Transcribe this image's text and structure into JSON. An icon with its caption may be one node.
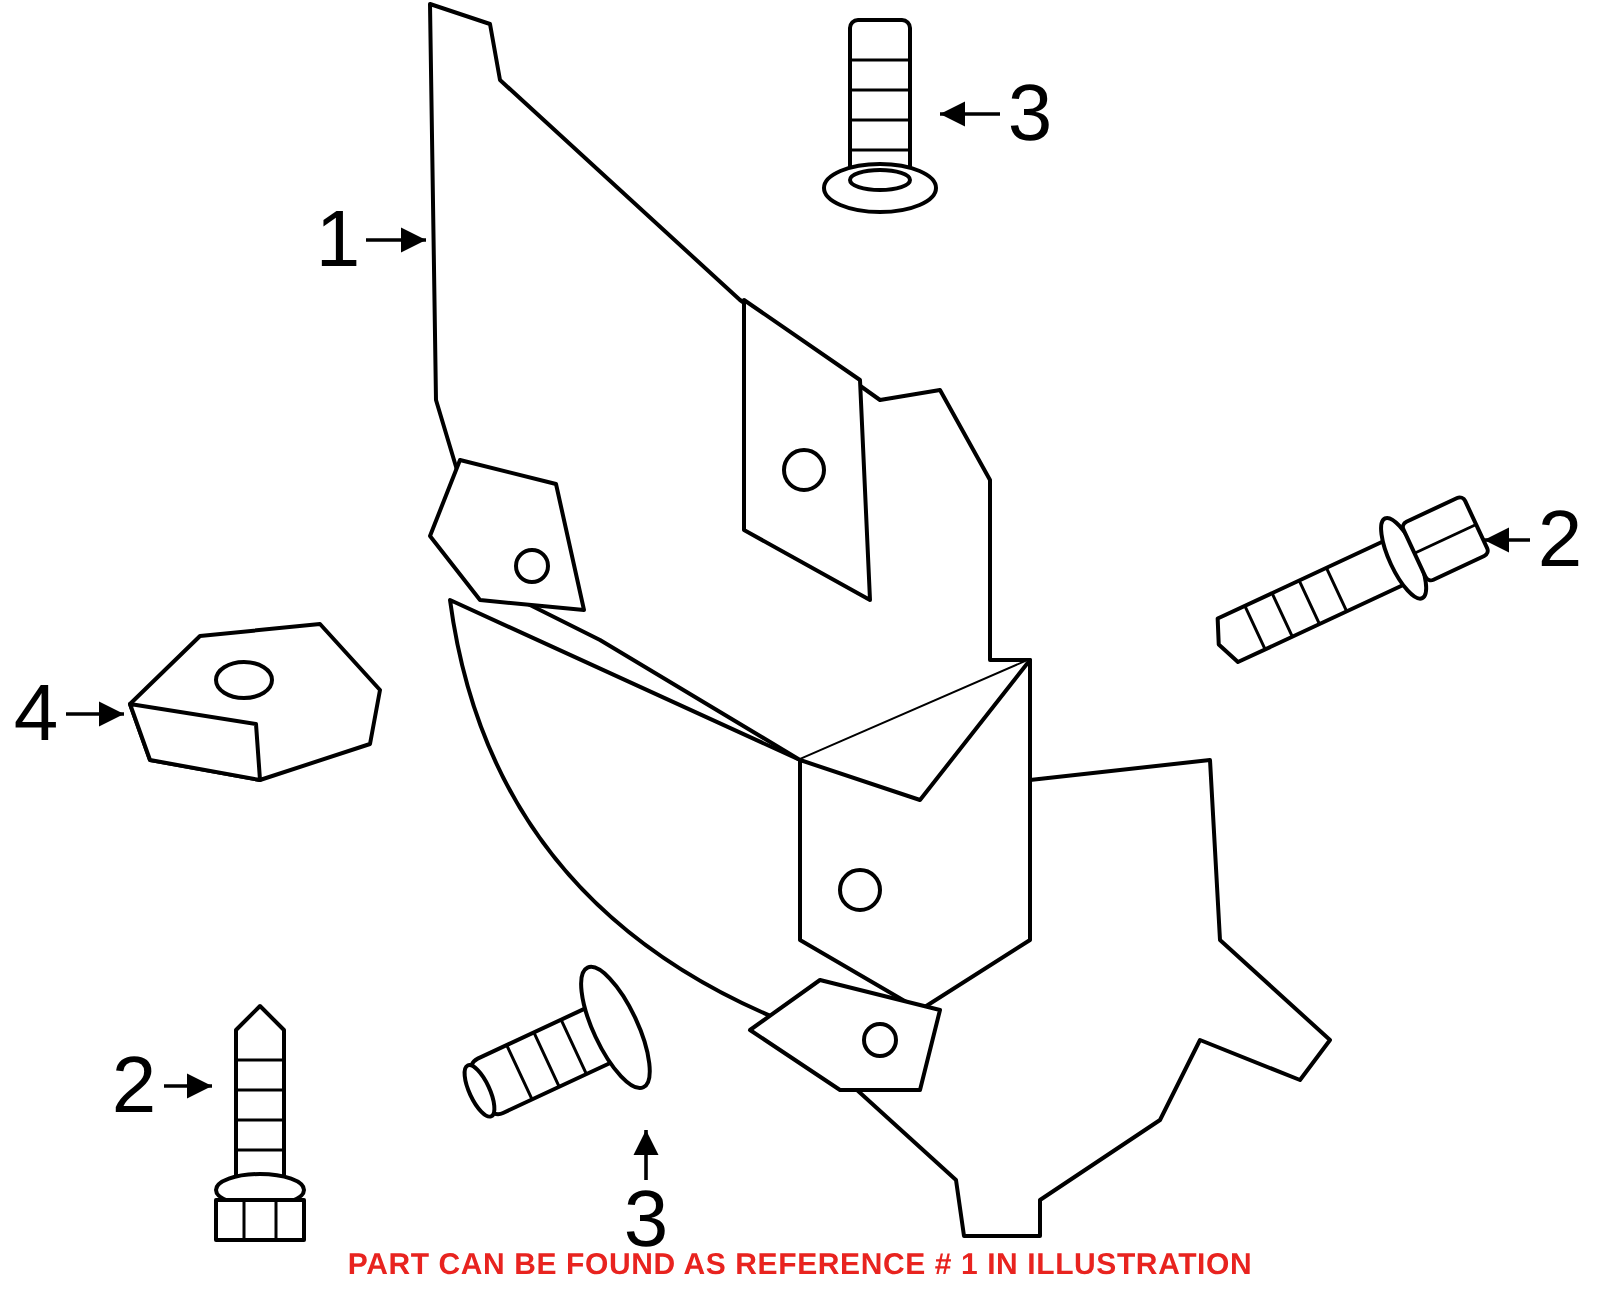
{
  "diagram": {
    "caption": "PART CAN BE FOUND AS REFERENCE # 1 IN ILLUSTRATION",
    "nodes": [
      {
        "text": [
          "1"
        ]
      },
      {
        "text": [
          "3"
        ]
      },
      {
        "text": [
          "2"
        ]
      },
      {
        "text": [
          "4"
        ]
      },
      {
        "text": [
          "2"
        ]
      },
      {
        "text": [
          "3"
        ]
      },
      {
        "text": [],
        "shape": "picture"
      },
      {
        "text": [],
        "shape": "picture"
      },
      {
        "text": [],
        "shape": "picture"
      },
      {
        "text": [],
        "shape": "picture"
      },
      {
        "text": [],
        "shape": "picture"
      },
      {
        "text": [],
        "shape": "picture"
      }
    ],
    "edges": [
      {
        "from": 0,
        "to": 6,
        "arrow": "to"
      },
      {
        "from": 1,
        "to": 7,
        "arrow": "to"
      },
      {
        "from": 2,
        "to": 8,
        "arrow": "to"
      },
      {
        "from": 3,
        "to": 9,
        "arrow": "to"
      },
      {
        "from": 4,
        "to": 10,
        "arrow": "to"
      },
      {
        "from": 5,
        "to": 11,
        "arrow": "to"
      }
    ]
  }
}
